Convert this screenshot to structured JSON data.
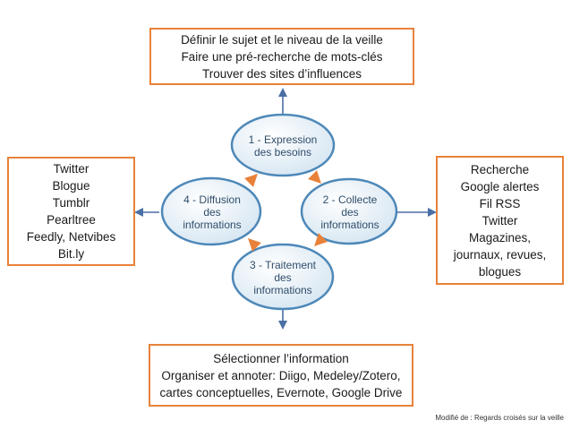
{
  "colors": {
    "box_border": "#e8823a",
    "arrow_orange": "#e8823a",
    "arrow_blue": "#4a6fa5",
    "ellipse_border": "#4d88b8",
    "ellipse_fill_light": "#ffffff",
    "ellipse_fill_dark": "#d6e6f2",
    "ellipse_text": "#2f4d6b"
  },
  "cycle": {
    "step1": {
      "line1": "1 - Expression",
      "line2": "des besoins"
    },
    "step2": {
      "line1": "2 - Collecte",
      "line2": "des",
      "line3": "informations"
    },
    "step3": {
      "line1": "3 - Traitement",
      "line2": "des",
      "line3": "informations"
    },
    "step4": {
      "line1": "4 - Diffusion",
      "line2": "des",
      "line3": "informations"
    }
  },
  "boxes": {
    "top": {
      "lines": [
        "Définir le sujet et le niveau de la veille",
        "Faire une pré-recherche de mots-clés",
        "Trouver des sites d’influences"
      ]
    },
    "left": {
      "lines": [
        "Twitter",
        "Blogue",
        "Tumblr",
        "Pearltree",
        "Feedly, Netvibes",
        "Bit.ly"
      ]
    },
    "right": {
      "lines": [
        "Recherche",
        "Google alertes",
        "Fil RSS",
        "Twitter",
        "Magazines,",
        "journaux, revues,",
        "blogues"
      ]
    },
    "bottom": {
      "lines": [
        "Sélectionner l’information",
        "Organiser et annoter: Diigo, Medeley/Zotero,",
        "cartes conceptuelles, Evernote, Google Drive"
      ]
    }
  },
  "credit": "Modifié de : Regards croisés sur la veille"
}
